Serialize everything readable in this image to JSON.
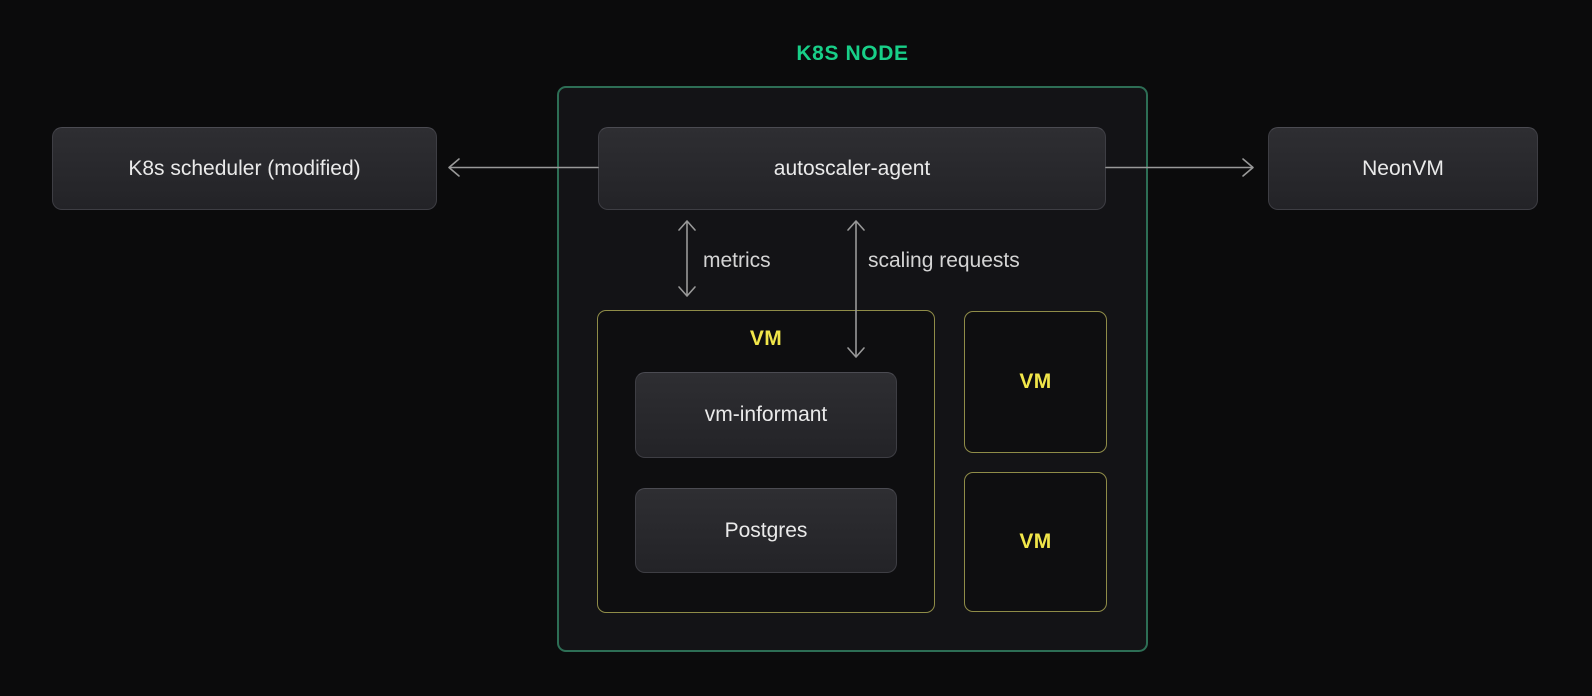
{
  "title": "K8S NODE",
  "boxes": {
    "scheduler": "K8s scheduler (modified)",
    "agent": "autoscaler-agent",
    "neonvm": "NeonVM"
  },
  "arrow_labels": {
    "metrics": "metrics",
    "scaling_requests": "scaling requests"
  },
  "vm_main": {
    "label": "VM",
    "components": [
      "vm-informant",
      "Postgres"
    ]
  },
  "vm_side": [
    "VM",
    "VM"
  ],
  "colors": {
    "page_background": "#0b0b0c",
    "node_fill": "#131316",
    "node_border_green": "#2d6e55",
    "title_green": "#18cf88",
    "vm_border_yellow": "#8f8c48",
    "vm_label_yellow": "#f1e64a",
    "component_box_fill_top": "#2e2e32",
    "component_box_fill_bottom": "#232327",
    "component_box_border": "#3e3e44",
    "component_text": "#eaeaea",
    "arrow_gray": "#999999",
    "arrow_label_text": "#d4d4d4"
  }
}
